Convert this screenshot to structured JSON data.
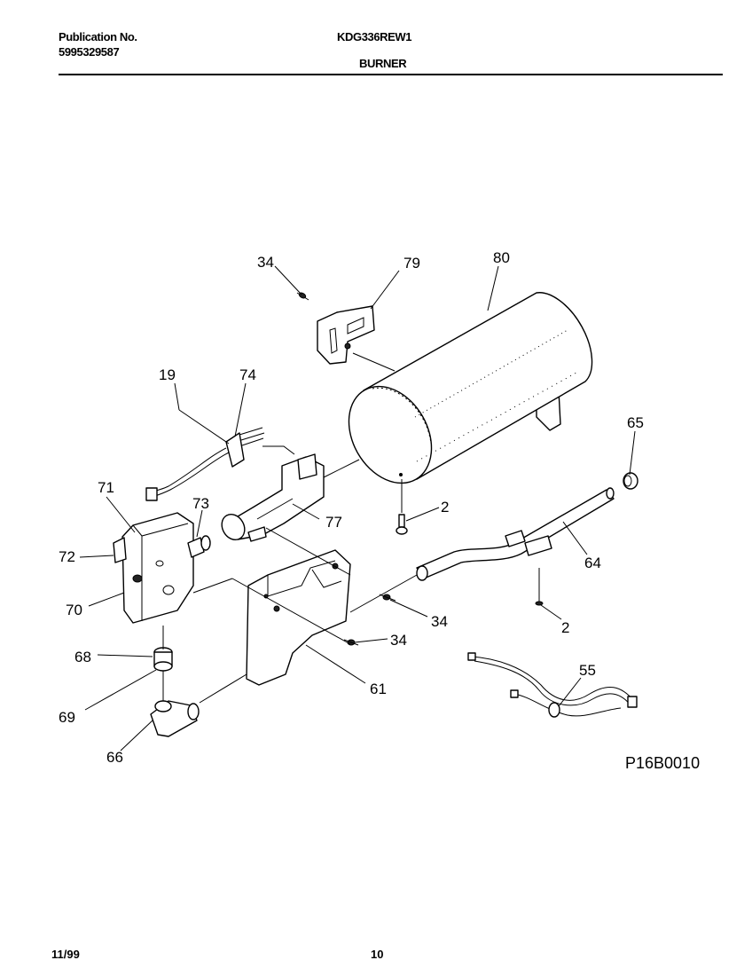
{
  "header": {
    "publication_label": "Publication No.",
    "publication_number": "5995329587",
    "model": "KDG336REW1",
    "section": "BURNER"
  },
  "diagram": {
    "callouts": [
      "34",
      "79",
      "80",
      "19",
      "74",
      "65",
      "71",
      "73",
      "77",
      "2",
      "72",
      "64",
      "70",
      "34",
      "34",
      "2",
      "68",
      "55",
      "61",
      "69",
      "66"
    ],
    "reference": "P16B0010"
  },
  "footer": {
    "date": "11/99",
    "page": "10"
  }
}
